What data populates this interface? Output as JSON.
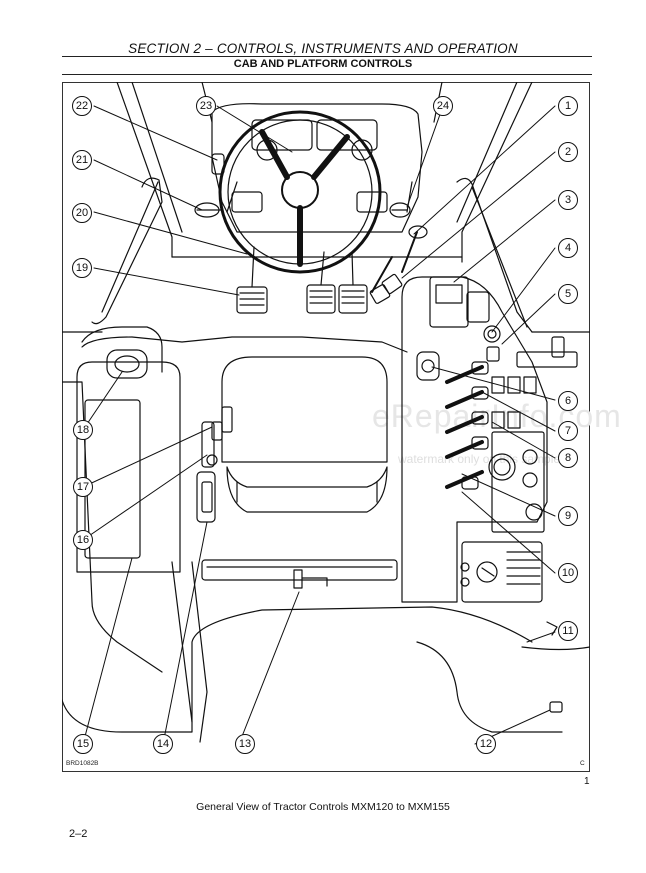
{
  "header": {
    "section": "SECTION 2 – CONTROLS, INSTRUMENTS AND OPERATION",
    "subsection": "CAB AND PLATFORM CONTROLS"
  },
  "figure": {
    "drawing_code": "BRD1082B",
    "corner_letter": "C",
    "figure_number": "1",
    "caption": "General View of Tractor Controls MXM120 to MXM155",
    "callouts": [
      "1",
      "2",
      "3",
      "4",
      "5",
      "6",
      "7",
      "8",
      "9",
      "10",
      "11",
      "12",
      "13",
      "14",
      "15",
      "16",
      "17",
      "18",
      "19",
      "20",
      "21",
      "22",
      "23",
      "24"
    ]
  },
  "watermark": {
    "main": "eRepairInfo.com",
    "sub": "watermark only on this sample"
  },
  "footer": {
    "page": "2–2"
  }
}
